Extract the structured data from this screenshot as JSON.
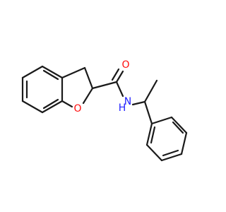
{
  "atoms": {
    "carbonyl_oxygen": "O",
    "ring_oxygen": "O",
    "amide_nitrogen": "N",
    "amide_hydrogen": "H"
  },
  "colors": {
    "bond": "#1a1a1a",
    "oxygen": "#ff0d0d",
    "nitrogen": "#2020ff",
    "background": "#ffffff"
  }
}
